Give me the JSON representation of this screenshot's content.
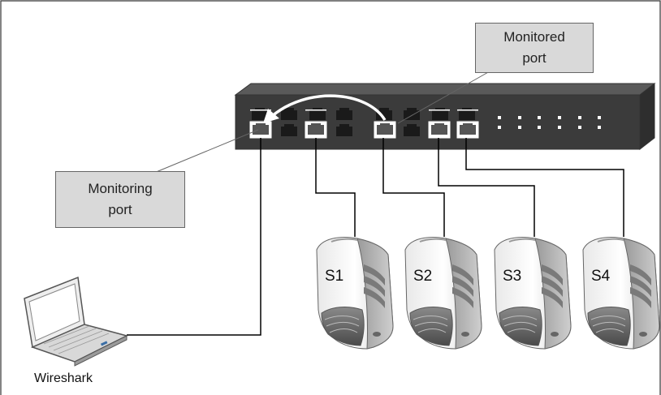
{
  "callouts": {
    "monitored": {
      "line1": "Monitored",
      "line2": "port"
    },
    "monitoring": {
      "line1": "Monitoring",
      "line2": "port"
    }
  },
  "servers": [
    {
      "label": "S1"
    },
    {
      "label": "S2"
    },
    {
      "label": "S3"
    },
    {
      "label": "S4"
    }
  ],
  "laptop": {
    "label": "Wireshark"
  },
  "colors": {
    "switch_front": "#3b3b3b",
    "switch_top": "#5a5a5a",
    "callout_fill": "#d9d9d9",
    "cable": "#000000",
    "mirror_arrow": "#ffffff"
  },
  "icons": [
    "network-switch-icon",
    "server-icon",
    "laptop-icon",
    "mirror-arrow-icon"
  ]
}
